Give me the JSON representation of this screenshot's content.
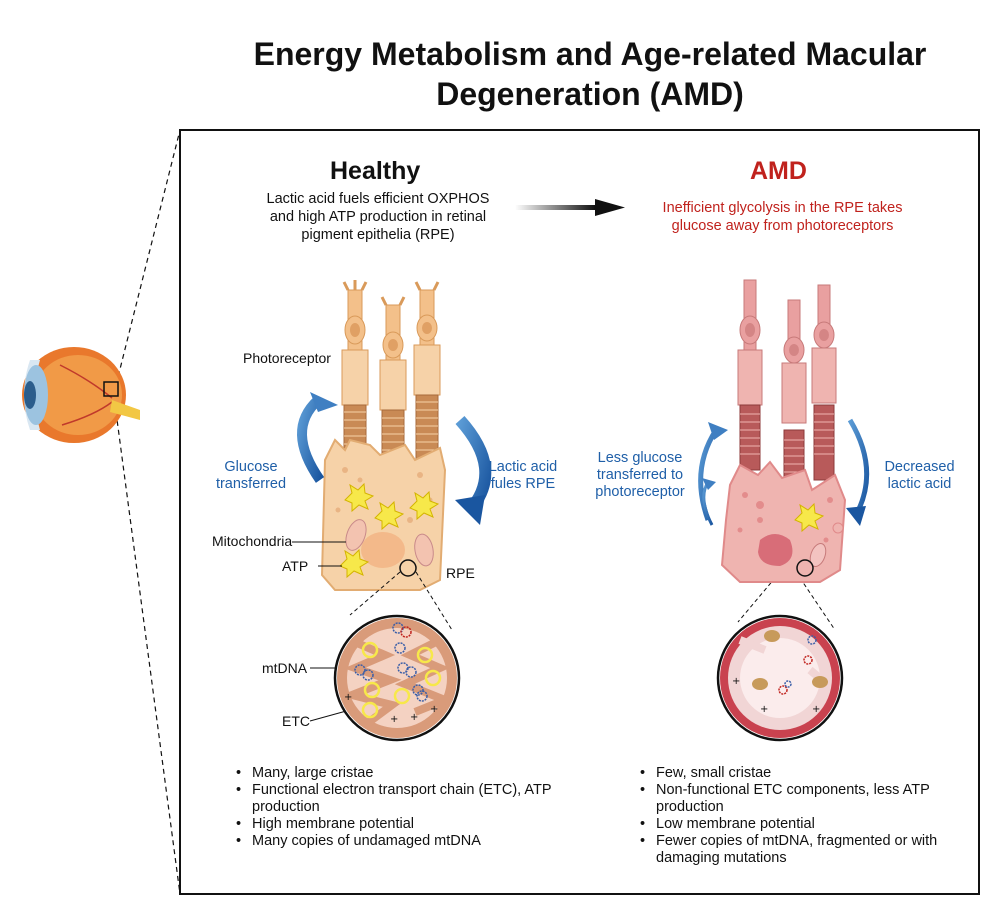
{
  "title": {
    "line1": "Energy Metabolism and Age-related Macular",
    "line2": "Degeneration (AMD)"
  },
  "healthy": {
    "heading": "Healthy",
    "description": [
      "Lactic acid fuels efficient OXPHOS",
      "and high ATP production in retinal",
      "pigment epithelia (RPE)"
    ],
    "arrow_left_label": [
      "Glucose",
      "transferred"
    ],
    "arrow_right_label": [
      "Lactic acid",
      "fules RPE"
    ],
    "labels": {
      "photoreceptor": "Photoreceptor",
      "mitochondria": "Mitochondria",
      "atp": "ATP",
      "rpe": "RPE",
      "mtdna": "mtDNA",
      "etc": "ETC"
    },
    "bullets": [
      "Many, large cristae",
      "Functional electron transport chain (ETC), ATP production",
      "High membrane potential",
      "Many copies of undamaged mtDNA"
    ]
  },
  "amd": {
    "heading": "AMD",
    "description": [
      "Inefficient glycolysis in the RPE takes",
      "glucose away from photoreceptors"
    ],
    "arrow_left_label": [
      "Less glucose",
      "transferred to",
      "photoreceptor"
    ],
    "arrow_right_label": [
      "Decreased",
      "lactic acid"
    ],
    "bullets": [
      "Few, small cristae",
      "Non-functional ETC components, less ATP production",
      "Low membrane potential",
      "Fewer copies of mtDNA, fragmented or with damaging mutations"
    ]
  },
  "colors": {
    "healthy_cell": "#f6d2a8",
    "healthy_outer": "#f3c08a",
    "amd_cell": "#efb4b0",
    "amd_outer": "#e69a9a",
    "arrow_blue": "#1f5fa8",
    "amd_red": "#c0221d",
    "atp_yellow": "#f7e84a"
  }
}
